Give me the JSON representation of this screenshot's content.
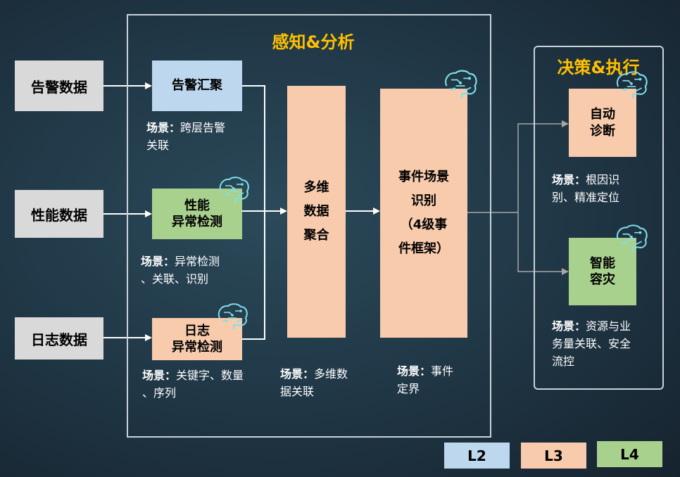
{
  "sections": {
    "perception_title": "感知&分析",
    "decision_title": "决策&执行"
  },
  "sources": {
    "alarm": "告警数据",
    "performance": "性能数据",
    "log": "日志数据"
  },
  "stage1": {
    "alarm_aggregation": "告警汇聚",
    "perf_anomaly": "性能\n异常检测",
    "log_anomaly": "日志\n异常检测"
  },
  "stage2": {
    "multi_dim_aggregation": "多维\n数据\n聚合"
  },
  "stage3": {
    "event_recognition": "事件场景\n识别\n（4级事\n件框架）"
  },
  "stage4": {
    "auto_diagnosis": "自动\n诊断",
    "smart_disaster_tolerance": "智能\n容灾"
  },
  "scenes": {
    "label": "场景：",
    "alarm_aggregation": "跨层告警\n关联",
    "perf_anomaly": "异常检测\n、关联、识别",
    "log_anomaly": "关键字、数量\n、序列",
    "multi_dim_aggregation": "多维数\n据关联",
    "event_recognition": "事件\n定界",
    "auto_diagnosis": "根因识\n别、精准定位",
    "smart_disaster_tolerance": "资源与业\n务量关联、安全\n流控"
  },
  "legend": {
    "l2": "L2",
    "l3": "L3",
    "l4": "L4"
  },
  "colors": {
    "l2": "#bdd7ee",
    "l3": "#f8cbad",
    "l4": "#a9d18e",
    "title": "#ffc000",
    "source": "#d9d9d9"
  },
  "icons": {
    "ai": "brain-circuit-icon"
  }
}
